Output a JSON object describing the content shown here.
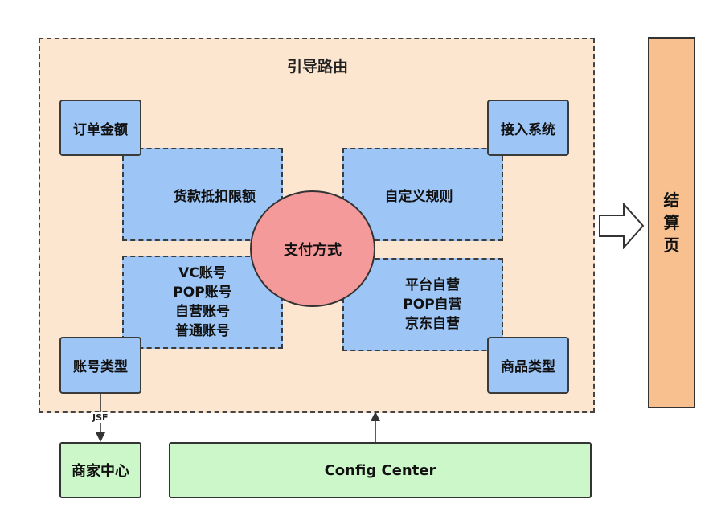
{
  "region": {
    "title": "引导路由"
  },
  "corners": {
    "order_amount": "订单金额",
    "access_system": "接入系统",
    "account_type": "账号类型",
    "product_type": "商品类型"
  },
  "quadrants": {
    "top_left": "货款抵扣限额",
    "top_right": "自定义规则",
    "bottom_left": [
      "VC账号",
      "POP账号",
      "自营账号",
      "普通账号"
    ],
    "bottom_right": [
      "平台自营",
      "POP自营",
      "京东自营"
    ]
  },
  "center": "支付方式",
  "settlement": [
    "结",
    "算",
    "页"
  ],
  "merchant_center": "商家中心",
  "config_center": "Config Center",
  "jsf_label": "JSF"
}
